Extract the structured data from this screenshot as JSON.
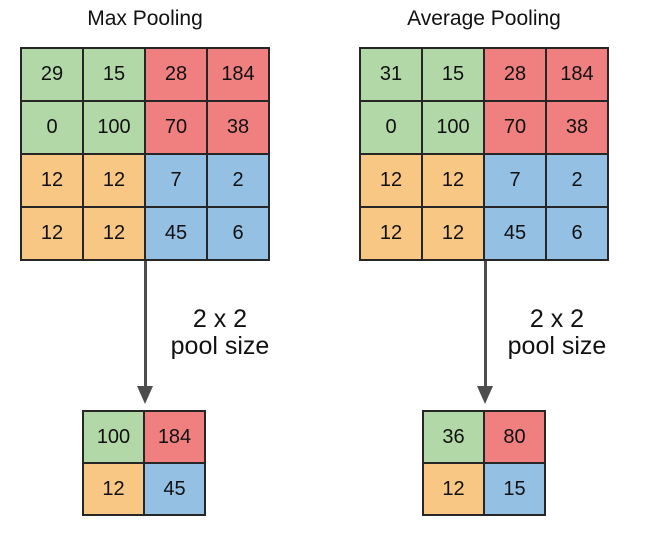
{
  "colors": {
    "green": "#b2d8a8",
    "red": "#f08080",
    "orange": "#f9c784",
    "blue": "#94c0e4",
    "grid_border": "#262626",
    "arrow": "#4d4d4d",
    "text": "#111111",
    "background": "#ffffff"
  },
  "panels": [
    {
      "title": "Max Pooling",
      "pool_label": [
        "2 x 2",
        "pool size"
      ],
      "input_grid": {
        "rows": [
          [
            {
              "value": "29",
              "color": "green"
            },
            {
              "value": "15",
              "color": "green"
            },
            {
              "value": "28",
              "color": "red"
            },
            {
              "value": "184",
              "color": "red"
            }
          ],
          [
            {
              "value": "0",
              "color": "green"
            },
            {
              "value": "100",
              "color": "green"
            },
            {
              "value": "70",
              "color": "red"
            },
            {
              "value": "38",
              "color": "red"
            }
          ],
          [
            {
              "value": "12",
              "color": "orange"
            },
            {
              "value": "12",
              "color": "orange"
            },
            {
              "value": "7",
              "color": "blue"
            },
            {
              "value": "2",
              "color": "blue"
            }
          ],
          [
            {
              "value": "12",
              "color": "orange"
            },
            {
              "value": "12",
              "color": "orange"
            },
            {
              "value": "45",
              "color": "blue"
            },
            {
              "value": "6",
              "color": "blue"
            }
          ]
        ]
      },
      "output_grid": {
        "rows": [
          [
            {
              "value": "100",
              "color": "green"
            },
            {
              "value": "184",
              "color": "red"
            }
          ],
          [
            {
              "value": "12",
              "color": "orange"
            },
            {
              "value": "45",
              "color": "blue"
            }
          ]
        ]
      }
    },
    {
      "title": "Average Pooling",
      "pool_label": [
        "2 x 2",
        "pool size"
      ],
      "input_grid": {
        "rows": [
          [
            {
              "value": "31",
              "color": "green"
            },
            {
              "value": "15",
              "color": "green"
            },
            {
              "value": "28",
              "color": "red"
            },
            {
              "value": "184",
              "color": "red"
            }
          ],
          [
            {
              "value": "0",
              "color": "green"
            },
            {
              "value": "100",
              "color": "green"
            },
            {
              "value": "70",
              "color": "red"
            },
            {
              "value": "38",
              "color": "red"
            }
          ],
          [
            {
              "value": "12",
              "color": "orange"
            },
            {
              "value": "12",
              "color": "orange"
            },
            {
              "value": "7",
              "color": "blue"
            },
            {
              "value": "2",
              "color": "blue"
            }
          ],
          [
            {
              "value": "12",
              "color": "orange"
            },
            {
              "value": "12",
              "color": "orange"
            },
            {
              "value": "45",
              "color": "blue"
            },
            {
              "value": "6",
              "color": "blue"
            }
          ]
        ]
      },
      "output_grid": {
        "rows": [
          [
            {
              "value": "36",
              "color": "green"
            },
            {
              "value": "80",
              "color": "red"
            }
          ],
          [
            {
              "value": "12",
              "color": "orange"
            },
            {
              "value": "15",
              "color": "blue"
            }
          ]
        ]
      }
    }
  ]
}
